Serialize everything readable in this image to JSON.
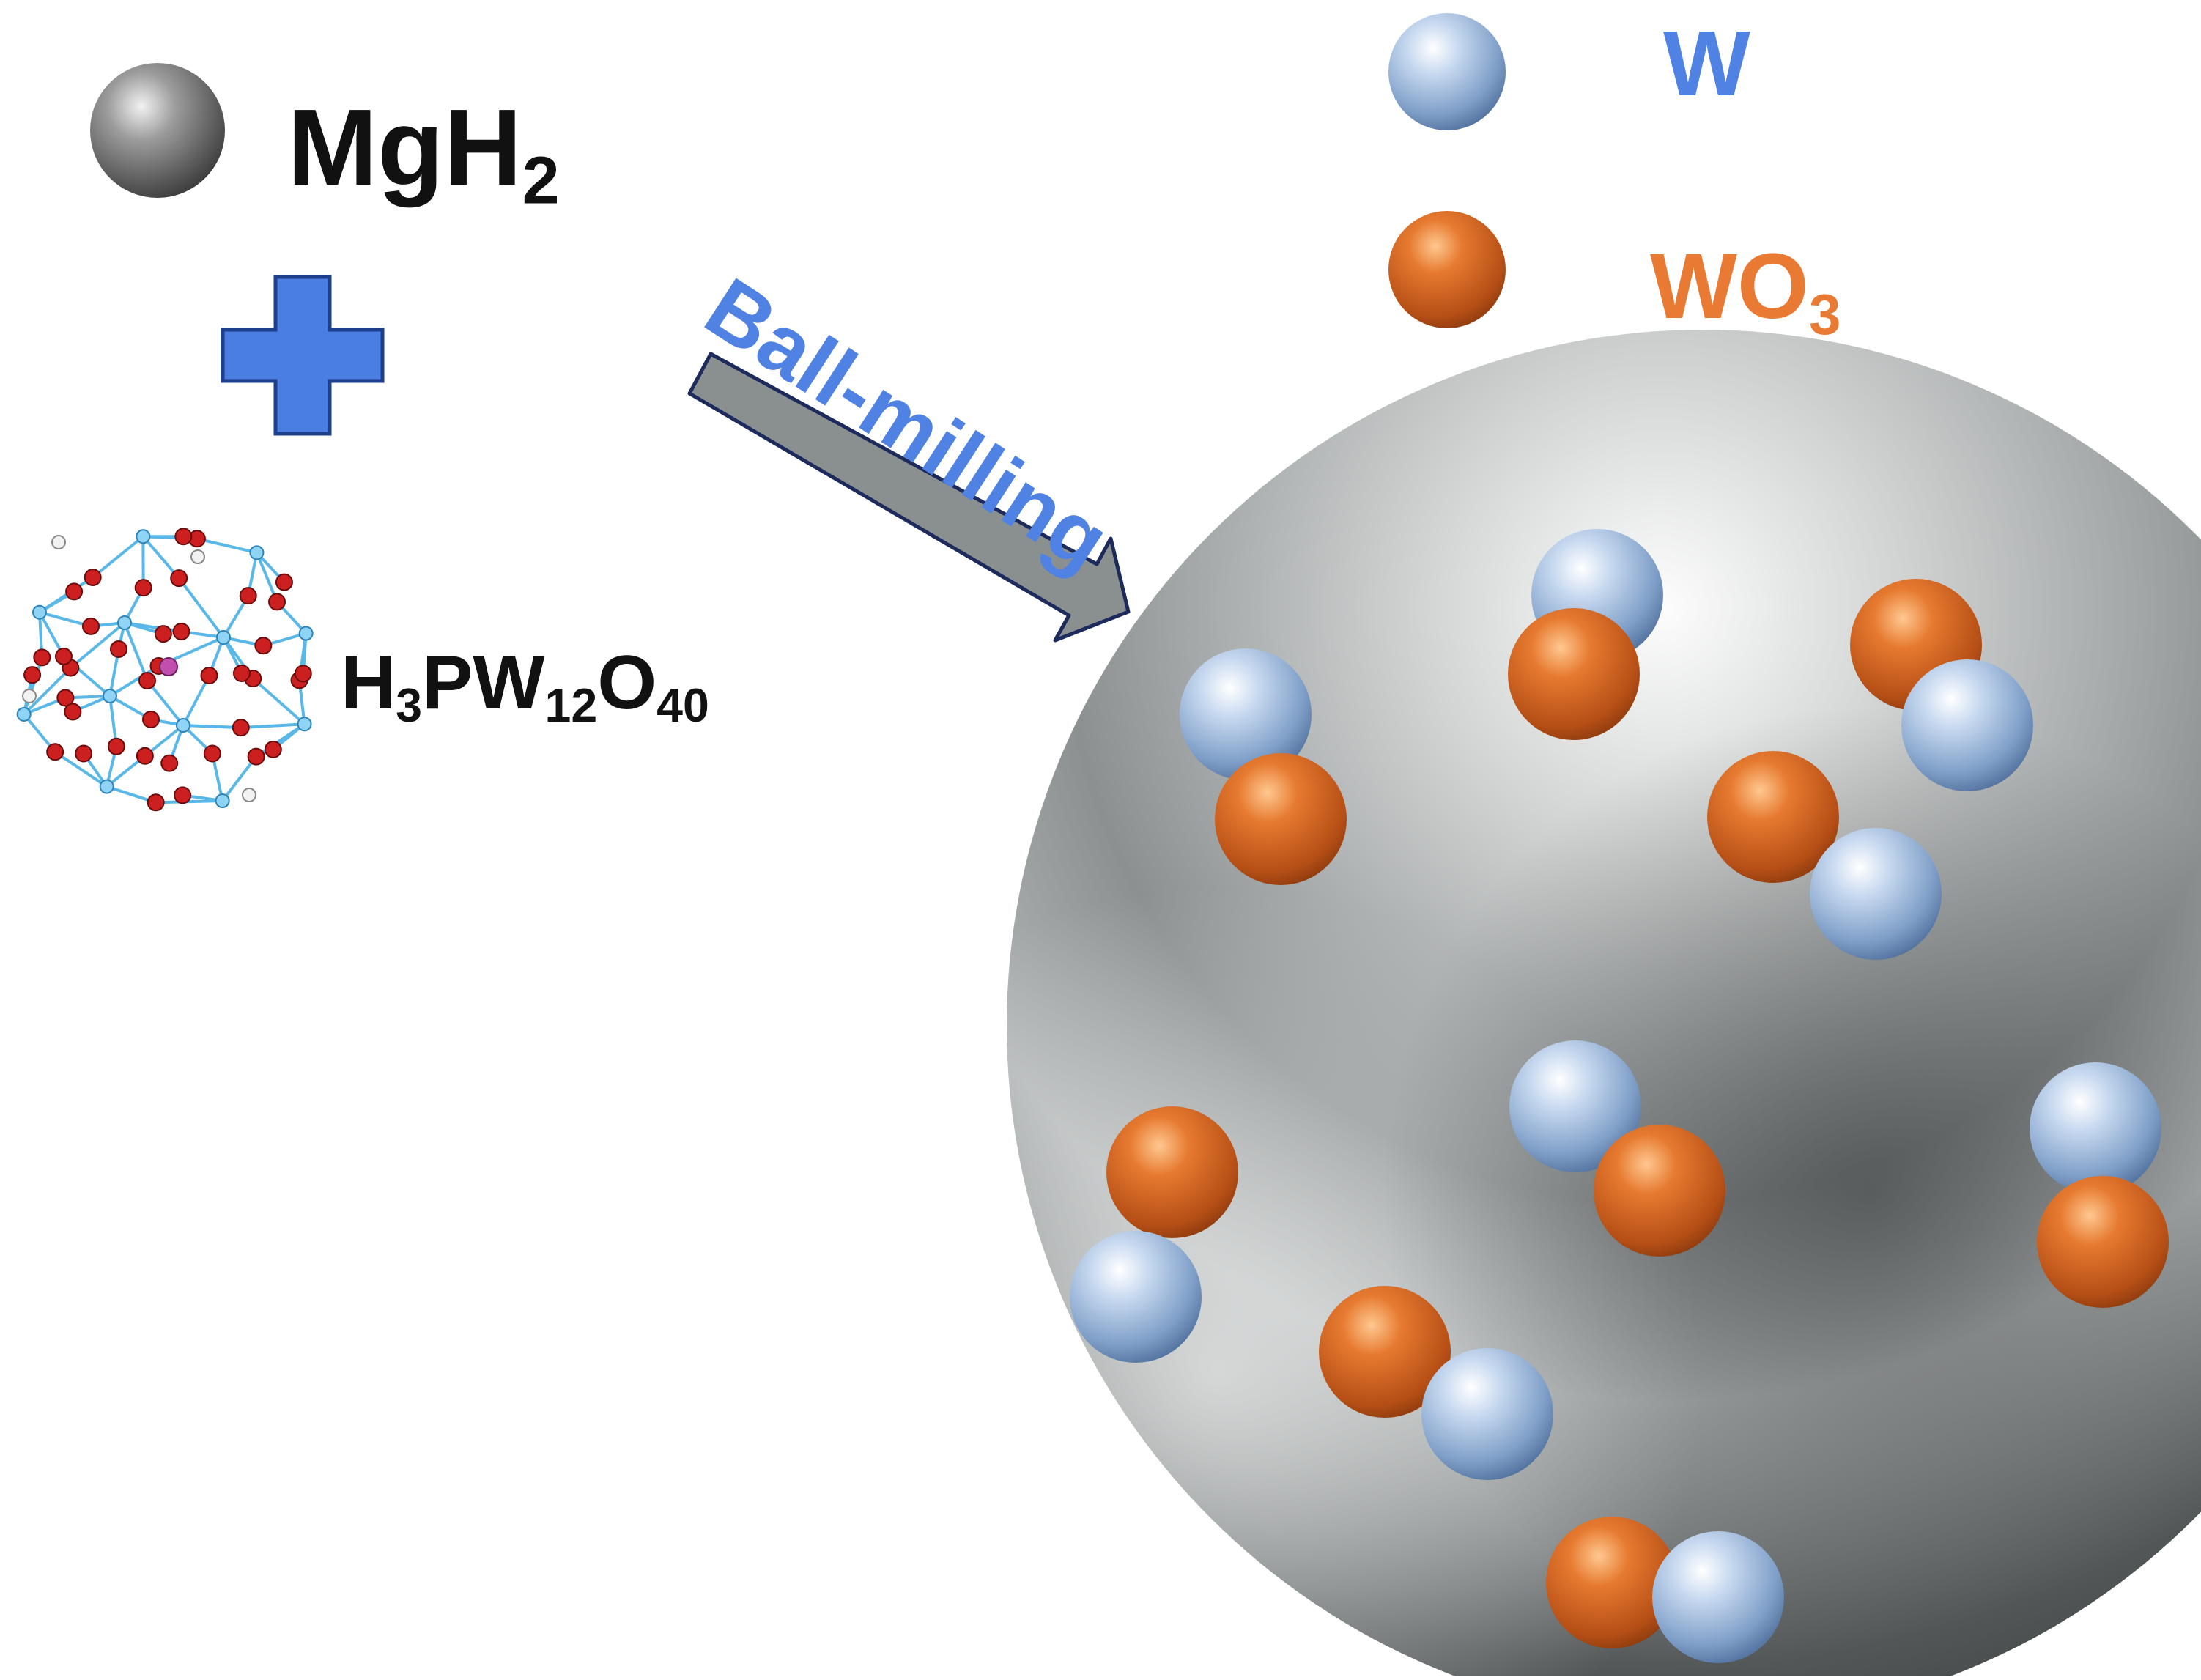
{
  "labels": {
    "mgh2": {
      "base": "MgH",
      "sub": "2"
    },
    "heteropolyacid": {
      "parts": [
        {
          "text": "H",
          "sub": "3"
        },
        {
          "text": "PW",
          "sub": "12"
        },
        {
          "text": "O",
          "sub": "40"
        }
      ]
    },
    "process": "Ball-milling",
    "legend_w": "W",
    "legend_wo3": {
      "base": "WO",
      "sub": "3"
    }
  },
  "colors": {
    "w_blue": "#4f82e3",
    "wo3_orange": "#e87a34",
    "plus_blue": "#4a7ee0",
    "arrow_gray": "#8a9090",
    "arrow_outline": "#1c2a5c",
    "text_dark": "#111111",
    "bond_cyan": "#59b8e8",
    "oxygen_red": "#cc1f1f"
  },
  "icons": {
    "mgh2_sphere": "gray-sphere-icon",
    "plus": "plus-icon",
    "molecule": "keggin-molecule-icon",
    "w_sphere": "blue-sphere-icon",
    "wo3_sphere": "orange-sphere-icon",
    "arrow": "reaction-arrow-icon",
    "particle": "composite-particle-icon"
  }
}
